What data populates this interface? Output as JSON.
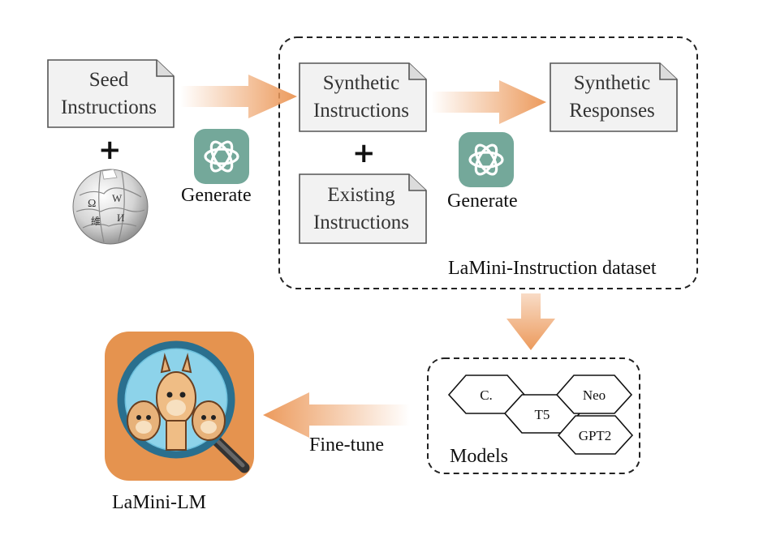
{
  "seed_doc": {
    "line1": "Seed",
    "line2": "Instructions"
  },
  "plus_sign": "+",
  "generate_label": "Generate",
  "synthetic_instructions": {
    "line1": "Synthetic",
    "line2": "Instructions"
  },
  "existing_instructions": {
    "line1": "Existing",
    "line2": "Instructions"
  },
  "synthetic_responses": {
    "line1": "Synthetic",
    "line2": "Responses"
  },
  "dataset_label": "LaMini-Instruction dataset",
  "models": {
    "title": "Models",
    "items": [
      "C.",
      "T5",
      "Neo",
      "GPT2"
    ]
  },
  "finetune_label": "Fine-tune",
  "output_label": "LaMini-LM",
  "icons": {
    "wikipedia": "wikipedia-globe-icon",
    "openai": "openai-logo-icon",
    "lamini": "lamini-llama-magnifier-icon"
  },
  "colors": {
    "arrow": "#ec9a5c",
    "openai_badge": "#74a89a",
    "doc_fill": "#f2f2f2",
    "lamini_bg": "#e5934f"
  }
}
